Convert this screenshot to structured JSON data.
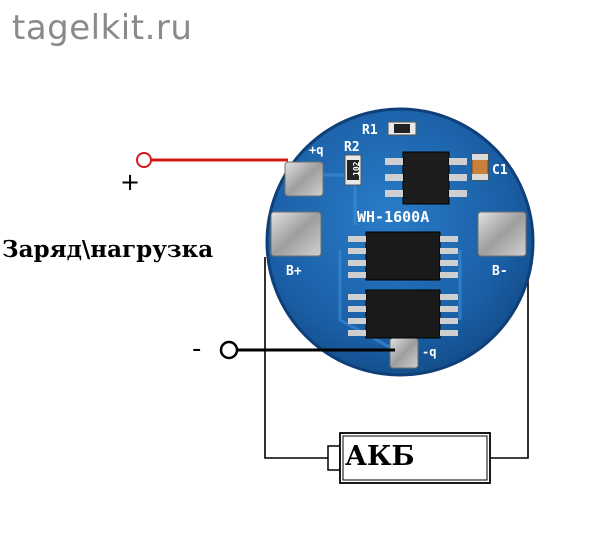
{
  "watermark": "tagelkit.ru",
  "labels": {
    "charge_load": "Заряд\\нагрузка",
    "plus": "+",
    "minus": "-",
    "battery": "АКБ"
  },
  "pcb": {
    "model": "WH-1600A",
    "pad_pos": "+q",
    "pad_neg": "-q",
    "pad_bplus": "B+",
    "pad_bminus": "B-",
    "r1": "R1",
    "r2": "R2",
    "c1": "C1",
    "chip_top": "102"
  },
  "colors": {
    "board": "#1a5fa6",
    "board_edge": "#0f3f78",
    "wire_positive": "#d31818",
    "wire_negative": "#000000",
    "pad": "#b5b5b5"
  }
}
